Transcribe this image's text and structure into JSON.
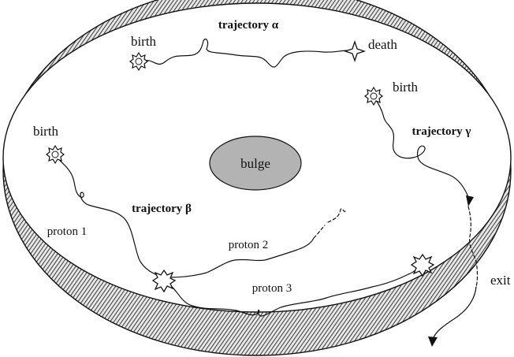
{
  "labels": {
    "bulge": "bulge",
    "trajectory_alpha": "trajectory α",
    "trajectory_beta": "trajectory β",
    "trajectory_gamma": "trajectory γ",
    "birth": "birth",
    "death": "death",
    "exit": "exit",
    "proton_1": "proton 1",
    "proton_2": "proton 2",
    "proton_3": "proton 3"
  },
  "icons": {
    "birth": "birth-star-icon",
    "death": "death-four-point-star-icon",
    "interaction": "interaction-burst-icon",
    "arrow": "arrowhead-icon"
  },
  "colors": {
    "bulge_fill": "#b3b3b3",
    "disk_fill": "#ffffff",
    "rim_hatch": "#555555",
    "ink": "#111111"
  }
}
